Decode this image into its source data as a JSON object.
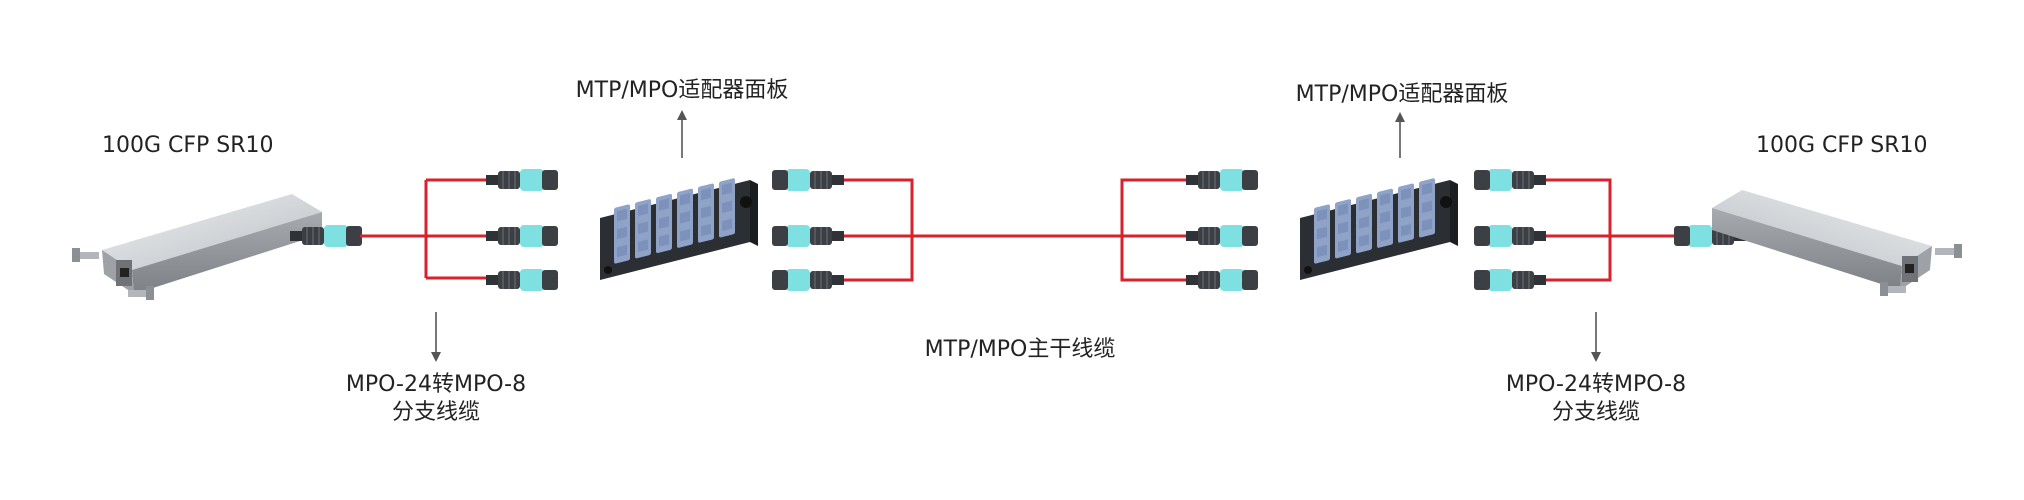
{
  "labels": {
    "transceiver_left": "100G CFP SR10",
    "transceiver_right": "100G CFP SR10",
    "adapter_panel_left": "MTP/MPO适配器面板",
    "adapter_panel_right": "MTP/MPO适配器面板",
    "breakout_left_line1": "MPO-24转MPO-8",
    "breakout_left_line2": "分支线缆",
    "breakout_right_line1": "MPO-24转MPO-8",
    "breakout_right_line2": "分支线缆",
    "trunk_cable": "MTP/MPO主干线缆"
  },
  "colors": {
    "fiber": "#d8222b",
    "connector_aqua": "#7fe0e2",
    "connector_body": "#3c3f44",
    "panel": "#2b2e33",
    "adapter": "#8fa3c8",
    "transceiver": "#c9ccd0",
    "arrow": "#555555",
    "text": "#222222"
  }
}
